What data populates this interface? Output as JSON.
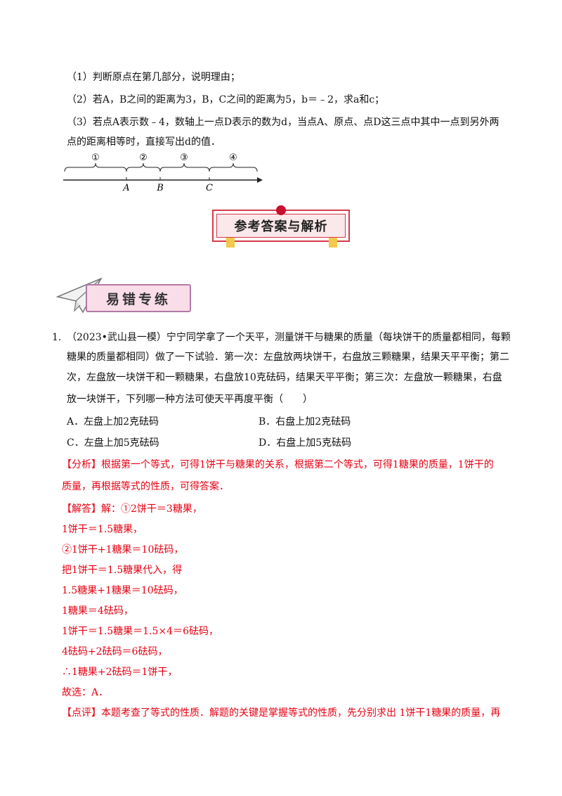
{
  "problem": {
    "q1": "（1）判断原点在第几部分，说明理由；",
    "q2": "（2）若A，B之间的距离为3，B，C之间的距离为5，b＝﹣2，求a和c；",
    "q3_line1": "（3）若点A表示数﹣4，数轴上一点D表示的数为d，当点A、原点、点D这三点中其中一点到另外两",
    "q3_line2": "点的距离相等时，直接写出d的值．",
    "numline": {
      "parts": [
        "①",
        "②",
        "③",
        "④"
      ],
      "points": [
        "A",
        "B",
        "C"
      ]
    }
  },
  "answer_banner": "参考答案与解析",
  "section_header": "易错专练",
  "question1": {
    "number": "1.",
    "line1": "（2023•武山县一模）宁宁同学拿了一个天平，测量饼干与糖果的质量（每块饼干的质量都相同，每颗",
    "line2": "糖果的质量都相同）做了一下试验．第一次：左盘放两块饼干，右盘放三颗糖果，结果天平平衡；第二",
    "line3": "次，左盘放一块饼干和一颗糖果，右盘放10克砝码，结果天平平衡；第三次：左盘放一颗糖果，右盘",
    "line4": "放一块饼干，下列哪一种方法可使天平再度平衡（　　）",
    "options": [
      "A．左盘上加2克砝码",
      "B．右盘上加2克砝码",
      "C．左盘上加5克砝码",
      "D．右盘上加5克砝码"
    ]
  },
  "analysis": {
    "label": "【分析】",
    "line1": "根据第一个等式，可得1饼干与糖果的关系，根据第二个等式，可得1糖果的质量，1饼干的",
    "line2": "质量，再根据等式的性质，可得答案．"
  },
  "solution": {
    "label": "【解答】",
    "first": "解：①2饼干＝3糖果，",
    "lines": [
      "1饼干＝1.5糖果，",
      "②1饼干+1糖果＝10砝码，",
      "把1饼干＝1.5糖果代入，得",
      "1.5糖果+1糖果＝10砝码，",
      "1糖果＝4砝码，",
      "1饼干＝1.5糖果＝1.5×4＝6砝码，",
      "4砝码+2砝码＝6砝码，",
      "∴1糖果+2砝码＝1饼干，",
      "故选：A．"
    ]
  },
  "comment": {
    "label": "【点评】",
    "line1": "本题考查了等式的性质．解题的关键是掌握等式的性质，先分别求出 1饼干1糖果的质量，再"
  }
}
